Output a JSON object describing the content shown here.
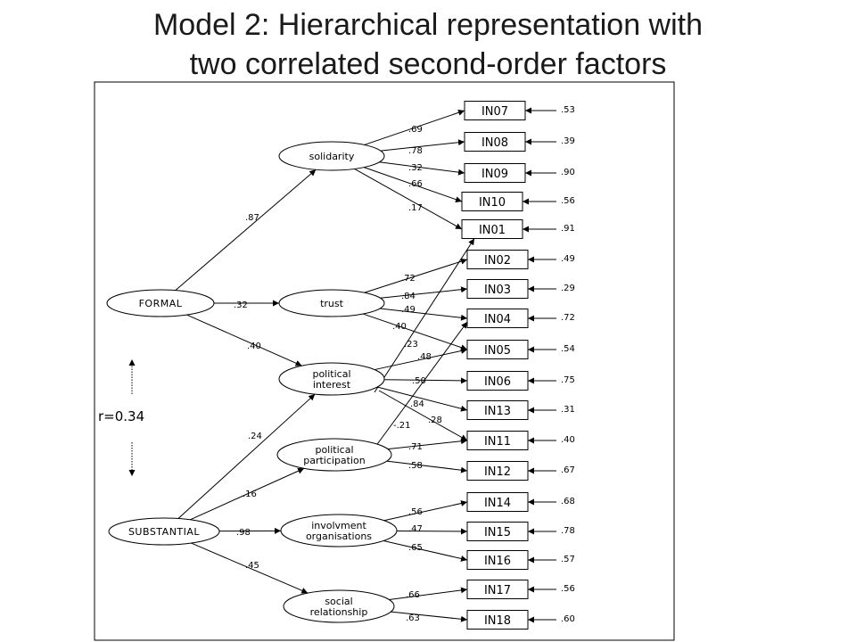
{
  "title": {
    "line1": "Model 2: Hierarchical representation with",
    "line2": "two correlated second-order factors"
  },
  "correlation": "r=0.34",
  "second_order": [
    {
      "id": "formal",
      "label": "FORMAL"
    },
    {
      "id": "substantial",
      "label": "SUBSTANTIAL"
    }
  ],
  "first_order": [
    {
      "id": "solidarity",
      "label": [
        "solidarity"
      ]
    },
    {
      "id": "trust",
      "label": [
        "trust"
      ]
    },
    {
      "id": "polint",
      "label": [
        "political",
        "interest"
      ]
    },
    {
      "id": "polpart",
      "label": [
        "political",
        "participation"
      ]
    },
    {
      "id": "invorg",
      "label": [
        "involvment",
        "organisations"
      ]
    },
    {
      "id": "social",
      "label": [
        "social",
        "relationship"
      ]
    }
  ],
  "indicators": [
    {
      "id": "IN07",
      "error": ".53"
    },
    {
      "id": "IN08",
      "error": ".39"
    },
    {
      "id": "IN09",
      "error": ".90"
    },
    {
      "id": "IN10",
      "error": ".56"
    },
    {
      "id": "IN01",
      "error": ".91"
    },
    {
      "id": "IN02",
      "error": ".49"
    },
    {
      "id": "IN03",
      "error": ".29"
    },
    {
      "id": "IN04",
      "error": ".72"
    },
    {
      "id": "IN05",
      "error": ".54"
    },
    {
      "id": "IN06",
      "error": ".75"
    },
    {
      "id": "IN13",
      "error": ".31"
    },
    {
      "id": "IN11",
      "error": ".40"
    },
    {
      "id": "IN12",
      "error": ".67"
    },
    {
      "id": "IN14",
      "error": ".68"
    },
    {
      "id": "IN15",
      "error": ".78"
    },
    {
      "id": "IN16",
      "error": ".57"
    },
    {
      "id": "IN17",
      "error": ".56"
    },
    {
      "id": "IN18",
      "error": ".60"
    }
  ],
  "second_order_paths": [
    {
      "from": "formal",
      "to": "solidarity",
      "value": ".87"
    },
    {
      "from": "formal",
      "to": "trust",
      "value": ".32"
    },
    {
      "from": "formal",
      "to": "polint",
      "value": ".40"
    },
    {
      "from": "substantial",
      "to": "polint",
      "value": ".24"
    },
    {
      "from": "substantial",
      "to": "polpart",
      "value": ".16"
    },
    {
      "from": "substantial",
      "to": "invorg",
      "value": ".98"
    },
    {
      "from": "substantial",
      "to": "social",
      "value": ".45"
    }
  ],
  "loadings": [
    {
      "from": "solidarity",
      "to": "IN07",
      "value": ".69"
    },
    {
      "from": "solidarity",
      "to": "IN08",
      "value": ".78"
    },
    {
      "from": "solidarity",
      "to": "IN09",
      "value": ".32"
    },
    {
      "from": "solidarity",
      "to": "IN10",
      "value": ".66"
    },
    {
      "from": "solidarity",
      "to": "IN01",
      "value": ".17"
    },
    {
      "from": "trust",
      "to": "IN02",
      "value": ".72"
    },
    {
      "from": "trust",
      "to": "IN03",
      "value": ".84"
    },
    {
      "from": "trust",
      "to": "IN04",
      "value": ".49"
    },
    {
      "from": "trust",
      "to": "IN05",
      "value": ".40"
    },
    {
      "from": "polint",
      "to": "IN01",
      "value": ".23"
    },
    {
      "from": "polint",
      "to": "IN05",
      "value": ".48"
    },
    {
      "from": "polint",
      "to": "IN06",
      "value": ".50"
    },
    {
      "from": "polint",
      "to": "IN13",
      "value": ".84"
    },
    {
      "from": "polint",
      "to": "IN11",
      "value": ".28"
    },
    {
      "from": "polpart",
      "to": "IN04",
      "value": "-.21"
    },
    {
      "from": "polpart",
      "to": "IN11",
      "value": ".71"
    },
    {
      "from": "polpart",
      "to": "IN12",
      "value": ".58"
    },
    {
      "from": "invorg",
      "to": "IN14",
      "value": ".56"
    },
    {
      "from": "invorg",
      "to": "IN15",
      "value": ".47"
    },
    {
      "from": "invorg",
      "to": "IN16",
      "value": ".65"
    },
    {
      "from": "social",
      "to": "IN17",
      "value": ".66"
    },
    {
      "from": "social",
      "to": "IN18",
      "value": ".63"
    }
  ]
}
